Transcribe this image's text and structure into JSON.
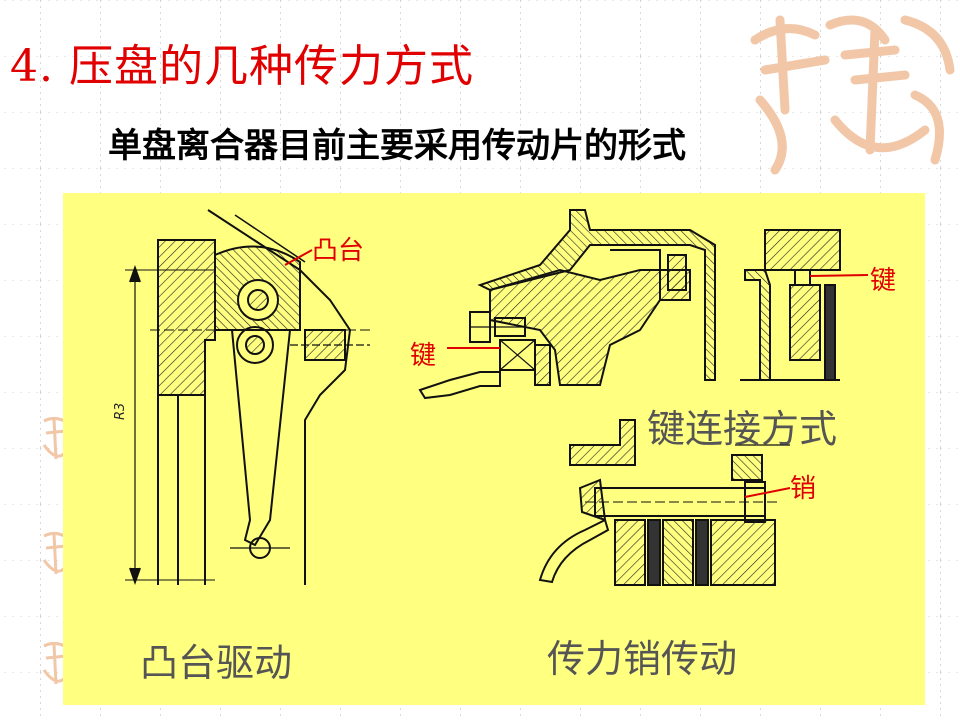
{
  "slide": {
    "title": "4. 压盘的几种传力方式",
    "subtitle": "单盘离合器目前主要采用传动片的形式"
  },
  "diagrams": {
    "boss_drive": {
      "callout": "凸台",
      "dimension": "R3",
      "caption": "凸台驱动"
    },
    "key_connection": {
      "callout_left": "键",
      "callout_right": "键",
      "caption": "键连接方式"
    },
    "pin_drive": {
      "callout": "销",
      "caption": "传力销传动"
    }
  },
  "colors": {
    "title": "#e00000",
    "panel": "#ffff80",
    "callout": "#e00000",
    "caption": "#555555",
    "decoration": "#f2c7a8"
  }
}
